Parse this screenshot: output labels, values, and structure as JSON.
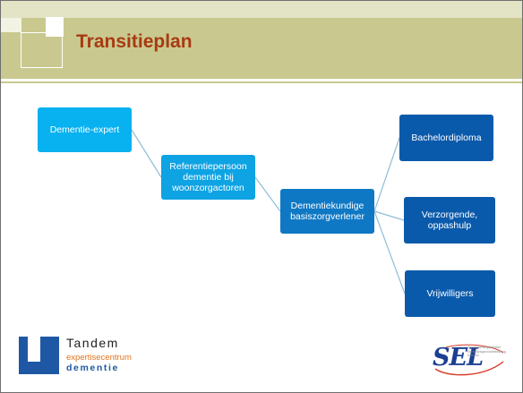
{
  "slide": {
    "title": "Transitieplan"
  },
  "diagram": {
    "nodes": {
      "expert": "Dementie-expert",
      "referentie": "Referentiepersoon dementie bij woonzorgactoren",
      "basis": "Dementiekundige basiszorgverlener",
      "bachelor": "Bachelordiploma",
      "verzorgende": "Verzorgende, oppashulp",
      "vrijwilligers": "Vrijwilligers"
    }
  },
  "footer": {
    "tandem_name": "Tandem",
    "tandem_sub1": "expertisecentrum",
    "tandem_sub2": "dementie",
    "sel_text": "SEL",
    "sel_tagline": "Samenwerkingsinitiatief Eerstelijnsgezondheidszorg Kempen"
  },
  "colors": {
    "title": "#a83a12",
    "node_light": "#08b1f0",
    "node_mid": "#0f78c4",
    "node_dark": "#0a5aac",
    "band": "#c9c98f"
  }
}
